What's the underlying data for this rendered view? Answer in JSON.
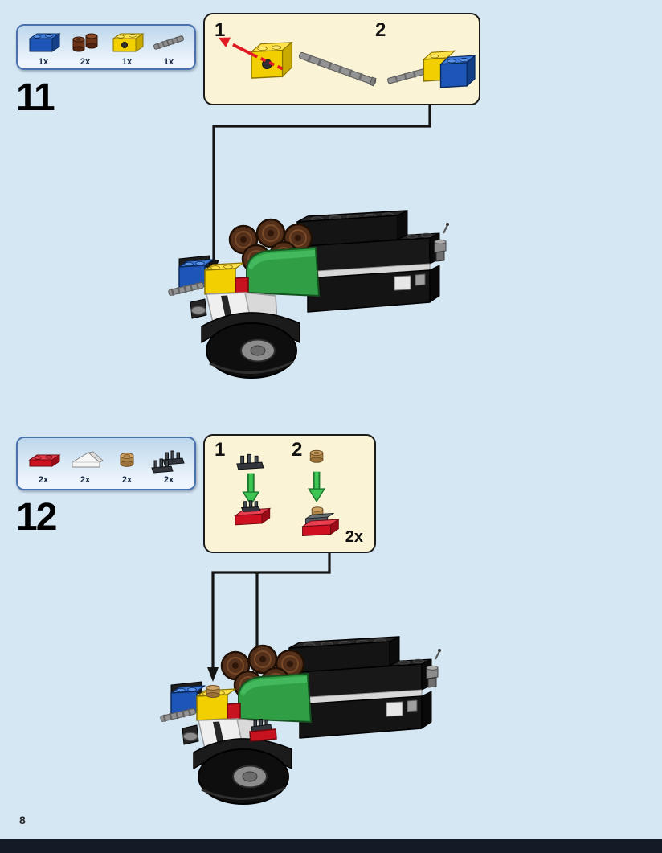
{
  "page": {
    "number": "8"
  },
  "accent_colors": {
    "background": "#d6e7f4",
    "callout_bg": "#fbf3d5",
    "parts_box_border": "#4a72ad",
    "footer_bar": "#141b26",
    "arrow_green": "#3ec553",
    "arrow_red": "#e01b24"
  },
  "step11": {
    "number": "11",
    "parts": [
      {
        "name": "blue-brick-1x2",
        "count": "1x",
        "color": "#1e56b8"
      },
      {
        "name": "reddish-brown-round-brick-1x1",
        "count": "2x",
        "color": "#6b3318"
      },
      {
        "name": "yellow-brick-1x2-axle-hole",
        "count": "1x",
        "color": "#f2cf00"
      },
      {
        "name": "gray-axle",
        "count": "1x",
        "color": "#8f8f8f"
      }
    ],
    "substeps": [
      {
        "label": "1"
      },
      {
        "label": "2"
      }
    ]
  },
  "step12": {
    "number": "12",
    "parts": [
      {
        "name": "red-plate-1x2",
        "count": "2x",
        "color": "#cf1020"
      },
      {
        "name": "white-slope",
        "count": "2x",
        "color": "#f5f5f5"
      },
      {
        "name": "tan-round-plate-1x1",
        "count": "2x",
        "color": "#c59a62"
      },
      {
        "name": "dark-gray-plate-with-bars",
        "count": "2x",
        "color": "#3c4148"
      }
    ],
    "substeps": [
      {
        "label": "1"
      },
      {
        "label": "2"
      }
    ],
    "multiplier": "2x"
  }
}
